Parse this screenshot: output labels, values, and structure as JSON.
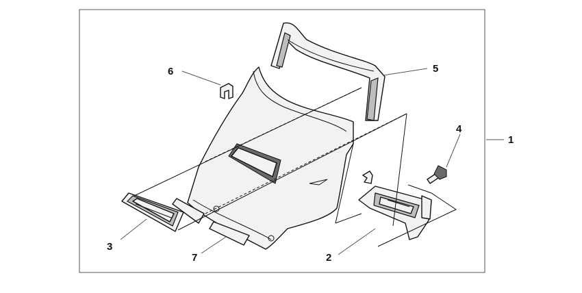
{
  "callouts": {
    "c1": "1",
    "c2": "2",
    "c3": "3",
    "c4": "4",
    "c5": "5",
    "c6": "6",
    "c7": "7"
  },
  "colors": {
    "stroke": "#111111",
    "light_fill": "#f2f2f2",
    "shade_fill": "#bdbdbd",
    "dark_fill": "#6a6a6a",
    "leader": "#555555"
  }
}
